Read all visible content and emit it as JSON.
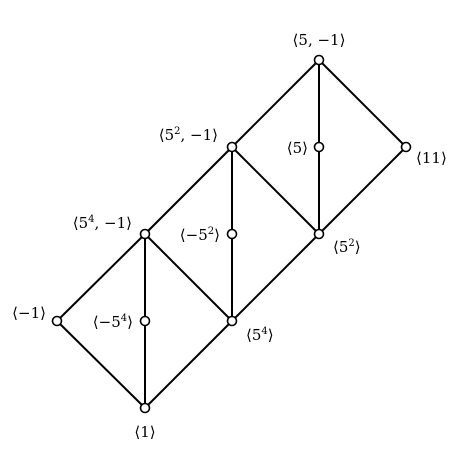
{
  "lattice": {
    "nodes": [
      {
        "id": "n1",
        "base": "⟨1⟩",
        "sup": "",
        "tail": ""
      },
      {
        "id": "nm1",
        "base": "⟨−1⟩",
        "sup": "",
        "tail": ""
      },
      {
        "id": "nm54",
        "base": "⟨−5",
        "sup": "4",
        "tail": "⟩"
      },
      {
        "id": "n54",
        "base": "⟨5",
        "sup": "4",
        "tail": "⟩"
      },
      {
        "id": "n54m1",
        "base": "⟨5",
        "sup": "4",
        "tail": ", −1⟩"
      },
      {
        "id": "nm52",
        "base": "⟨−5",
        "sup": "2",
        "tail": "⟩"
      },
      {
        "id": "n52",
        "base": "⟨5",
        "sup": "2",
        "tail": "⟩"
      },
      {
        "id": "n52m1",
        "base": "⟨5",
        "sup": "2",
        "tail": ", −1⟩"
      },
      {
        "id": "n5",
        "base": "⟨5⟩",
        "sup": "",
        "tail": ""
      },
      {
        "id": "n5m1",
        "base": "⟨5, −1⟩",
        "sup": "",
        "tail": ""
      },
      {
        "id": "n11",
        "base": "⟨11⟩",
        "sup": "",
        "tail": ""
      }
    ],
    "edges": [
      [
        "n1",
        "nm1"
      ],
      [
        "n1",
        "nm54"
      ],
      [
        "n1",
        "n54"
      ],
      [
        "nm1",
        "n54m1"
      ],
      [
        "nm54",
        "n54m1"
      ],
      [
        "n54",
        "n54m1"
      ],
      [
        "n54",
        "nm52"
      ],
      [
        "n54",
        "n52"
      ],
      [
        "n54m1",
        "n52m1"
      ],
      [
        "nm52",
        "n52m1"
      ],
      [
        "n52",
        "n52m1"
      ],
      [
        "n52",
        "n5"
      ],
      [
        "n52",
        "n11"
      ],
      [
        "n52m1",
        "n5m1"
      ],
      [
        "n5",
        "n5m1"
      ],
      [
        "n11",
        "n5m1"
      ]
    ]
  }
}
